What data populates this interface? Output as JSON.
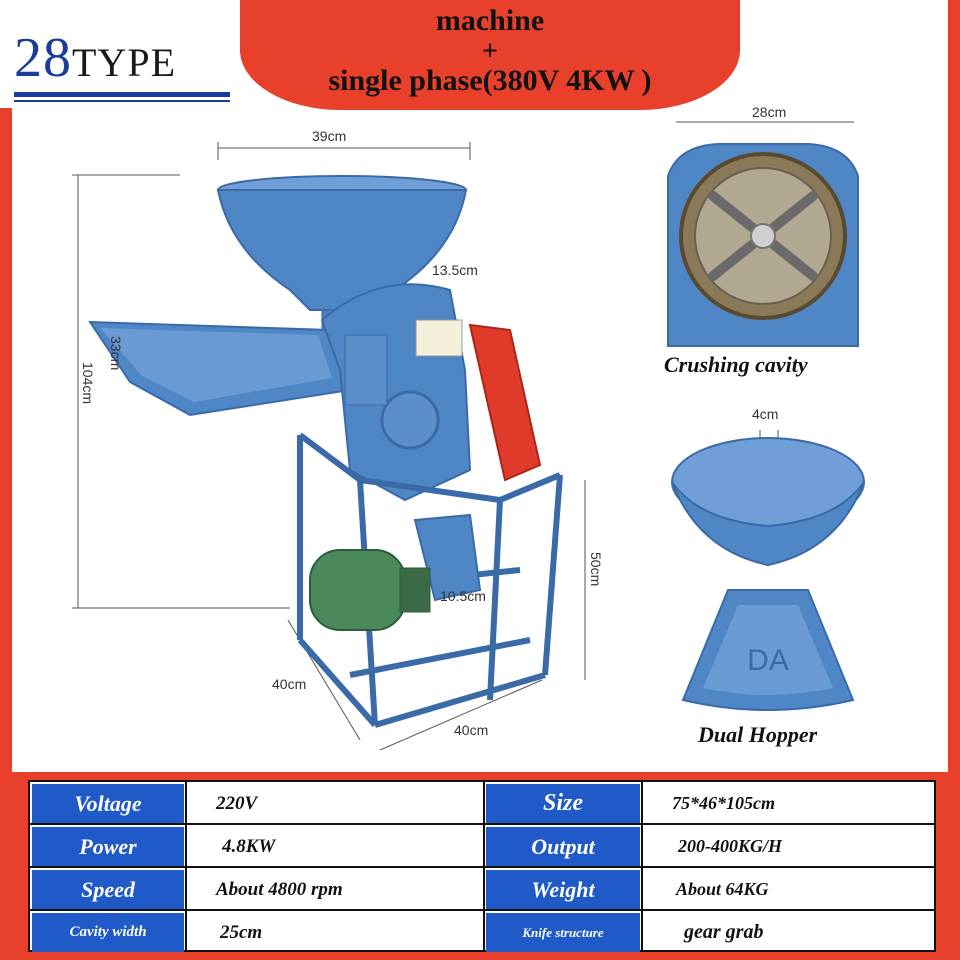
{
  "header": {
    "logo_number": "28",
    "logo_word": "TYPE",
    "line1": "machine",
    "line2": "+",
    "line3": "single phase(380V 4KW )"
  },
  "dimensions": {
    "width_top": "39cm",
    "height_total": "104cm",
    "tray_depth": "33cm",
    "grinder_width": "13.5cm",
    "outlet_width": "10.5cm",
    "frame_height": "50cm",
    "frame_left": "40cm",
    "frame_bottom": "40cm",
    "cavity_width": "28cm",
    "hopper_opening": "4cm"
  },
  "captions": {
    "cavity": "Crushing cavity",
    "hopper": "Dual Hopper",
    "hopper_stamp": "DA"
  },
  "specs": {
    "left": [
      {
        "label": "Voltage",
        "value": "220V"
      },
      {
        "label": "Power",
        "value": "4.8KW"
      },
      {
        "label": "Speed",
        "value": "About 4800 rpm"
      },
      {
        "label": "Cavity width",
        "value": "25cm"
      }
    ],
    "right": [
      {
        "label": "Size",
        "value": "75*46*105cm"
      },
      {
        "label": "Output",
        "value": "200-400KG/H"
      },
      {
        "label": "Weight",
        "value": "About 64KG"
      },
      {
        "label": "Knife structure",
        "value": "gear grab"
      }
    ]
  },
  "colors": {
    "background": "#e8402a",
    "machine_blue": "#4f86c6",
    "label_blue": "#1f5ac8",
    "guard_red": "#e03a2a",
    "motor_green": "#4a8a5a"
  }
}
